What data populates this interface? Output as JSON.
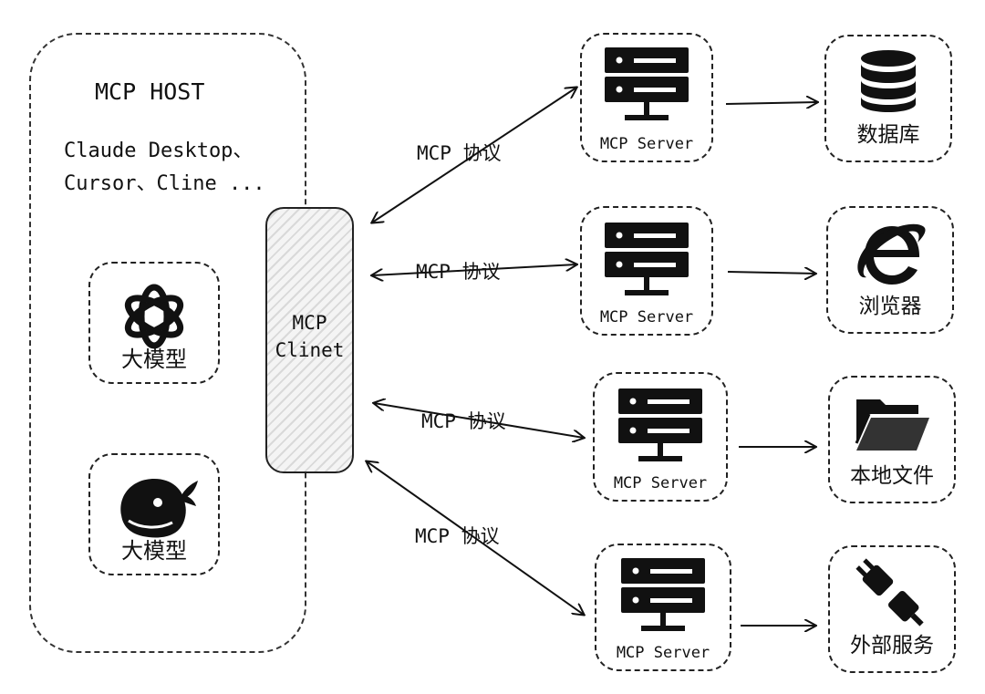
{
  "host": {
    "title": "MCP HOST",
    "apps_line1": "Claude Desktop、",
    "apps_line2": "Cursor、Cline ..."
  },
  "models": [
    {
      "label": "大模型",
      "icon": "openai-logo-icon"
    },
    {
      "label": "大模型",
      "icon": "deepseek-whale-icon"
    }
  ],
  "client": {
    "line1": "MCP",
    "line2": "Clinet"
  },
  "protocols": [
    "MCP 协议",
    "MCP 协议",
    "MCP 协议",
    "MCP 协议"
  ],
  "servers": [
    {
      "label": "MCP Server",
      "icon": "server-rack-icon"
    },
    {
      "label": "MCP Server",
      "icon": "server-rack-icon"
    },
    {
      "label": "MCP Server",
      "icon": "server-rack-icon"
    },
    {
      "label": "MCP Server",
      "icon": "server-rack-icon"
    }
  ],
  "resources": [
    {
      "label": "数据库",
      "icon": "database-icon"
    },
    {
      "label": "浏览器",
      "icon": "browser-icon"
    },
    {
      "label": "本地文件",
      "icon": "folder-icon"
    },
    {
      "label": "外部服务",
      "icon": "plug-icon"
    }
  ]
}
